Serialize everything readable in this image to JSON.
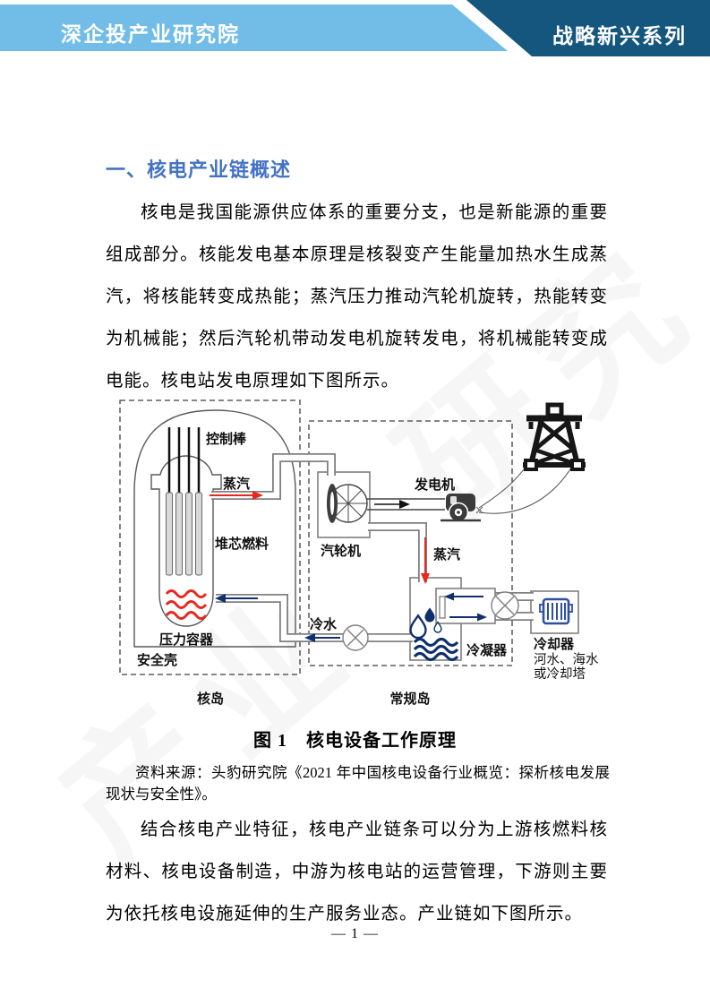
{
  "header": {
    "org_name": "深企投产业研究院",
    "series_name": "战略新兴系列",
    "light_blue": "#72BDE7",
    "dark_blue": "#15567E"
  },
  "section": {
    "heading": "一、核电产业链概述",
    "heading_color": "#4472C4"
  },
  "paragraphs": {
    "p1": "核电是我国能源供应体系的重要分支，也是新能源的重要组成部分。核能发电基本原理是核裂变产生能量加热水生成蒸汽，将核能转变成热能；蒸汽压力推动汽轮机旋转，热能转变为机械能；然后汽轮机带动发电机旋转发电，将机械能转变成电能。核电站发电原理如下图所示。",
    "p2": "结合核电产业特征，核电产业链条可以分为上游核燃料核材料、核电设备制造，中游为核电站的运营管理，下游则主要为依托核电设施延伸的生产服务业态。产业链如下图所示。"
  },
  "figure": {
    "caption": "图 1　核电设备工作原理",
    "source": "资料来源：头豹研究院《2021 年中国核电设备行业概览：探析核电发展现状与安全性》。",
    "labels": {
      "control_rods": "控制棒",
      "steam_left": "蒸汽",
      "core_fuel": "堆芯燃料",
      "pressure_vessel": "压力容器",
      "containment": "安全壳",
      "nuclear_island": "核岛",
      "turbine": "汽轮机",
      "generator": "发电机",
      "steam_right": "蒸汽",
      "cold_water": "冷水",
      "condenser": "冷凝器",
      "conventional_island": "常规岛",
      "cooler": "冷却器",
      "cooler_sub1": "河水、海水",
      "cooler_sub2": "或冷却塔"
    },
    "colors": {
      "hot": "#E8281E",
      "cold": "#10306F",
      "pipe": "#808080"
    }
  },
  "watermark": {
    "w1": "研究",
    "w2": "产业"
  },
  "footer": {
    "page_number": "— 1 —"
  }
}
